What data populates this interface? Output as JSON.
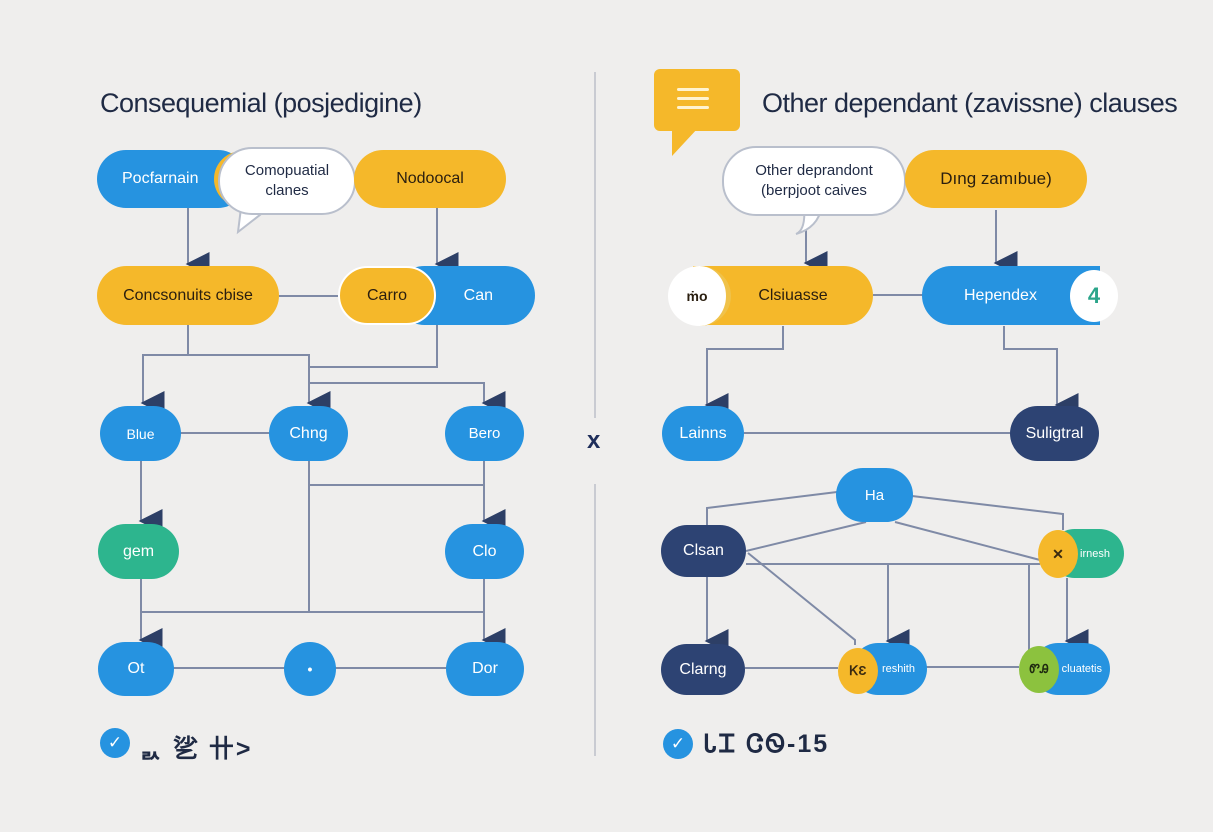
{
  "left_panel": {
    "title": "Consequemial (posjedigine)",
    "nodes": {
      "pocfarnain": "Pocfarnain",
      "bubble_line1": "Comopuatial",
      "bubble_line2": "clanes",
      "nodoocal": "Nodoocal",
      "concsonuits_cbise": "Concsonuits cbise",
      "carro": "Carro",
      "can": "Can",
      "blue": "Blue",
      "chng": "Chng",
      "bero": "Bero",
      "gem": "gem",
      "clo": "Clo",
      "ot": "Ot",
      "dot": "•",
      "dor": "Dor"
    },
    "footer": {
      "icon": "check-circle-icon",
      "text": "ᆳ 乷 卄>"
    }
  },
  "separator": {
    "label": "x"
  },
  "right_panel": {
    "title": "Other dependant (zavissne) clauses",
    "title_icon": "chat-bubble-icon",
    "nodes": {
      "bubble_line1": "Other deprandont",
      "bubble_line2": "(berpjoot caives",
      "ding_zamibue": "Dıng zamıbue)",
      "clsiuasse": "Clsiuasse",
      "clsiuasse_badge": "ṁo",
      "hependex": "Hependex",
      "hependex_badge": "4",
      "lainns": "Lainns",
      "suligtral": "Suligtral",
      "ha": "Ha",
      "clsan": "Clsan",
      "irnesh": "irnesh",
      "irnesh_badge": "✕",
      "clarng": "Clarng",
      "reshith": "reshith",
      "reshith_badge": "ᏦƐ",
      "cluatetis": "cluatetis",
      "cluatetis_badge": "ᏛᎯ"
    },
    "footer": {
      "icon": "check-circle-icon",
      "text": "ᏓᏆ ᏣᏫ-15"
    }
  },
  "colors": {
    "background": "#efeeed",
    "blue": "#2693e0",
    "yellow": "#f5b82a",
    "navy": "#2d4373",
    "green": "#2db58e",
    "lime": "#8cc23e",
    "connector": "#7f8aa6",
    "arrowhead": "#2d3f66"
  }
}
